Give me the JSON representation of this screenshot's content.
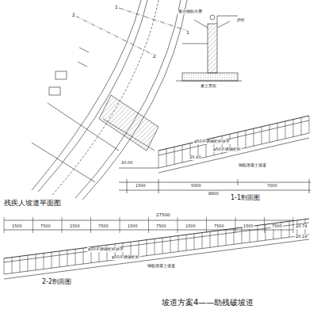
{
  "diagram": {
    "caption": "坡道方案4——助残破坡道",
    "labels": [
      "残疾人坡道平面图",
      "1-1剖面图",
      "2-2剖面图",
      "27500",
      "1500",
      "7500",
      "1500",
      "7500",
      "1500",
      "7500",
      "1500",
      "7500",
      "1500",
      "7500",
      "20.74",
      "20.14",
      "φ50不锈钢栏杆扶手",
      "φ50不锈钢栏杆",
      "钢筋混凝土坡道",
      "20.43",
      "20.00",
      "φ50不锈钢栏杆扶手",
      "φ50不锈钢栏杆",
      "钢筋混凝土坡道",
      "1500",
      "5000",
      "7000",
      "8600",
      "聚合物防水层",
      "护栏",
      "素土夯实",
      "1",
      "1",
      "2",
      "2"
    ]
  }
}
